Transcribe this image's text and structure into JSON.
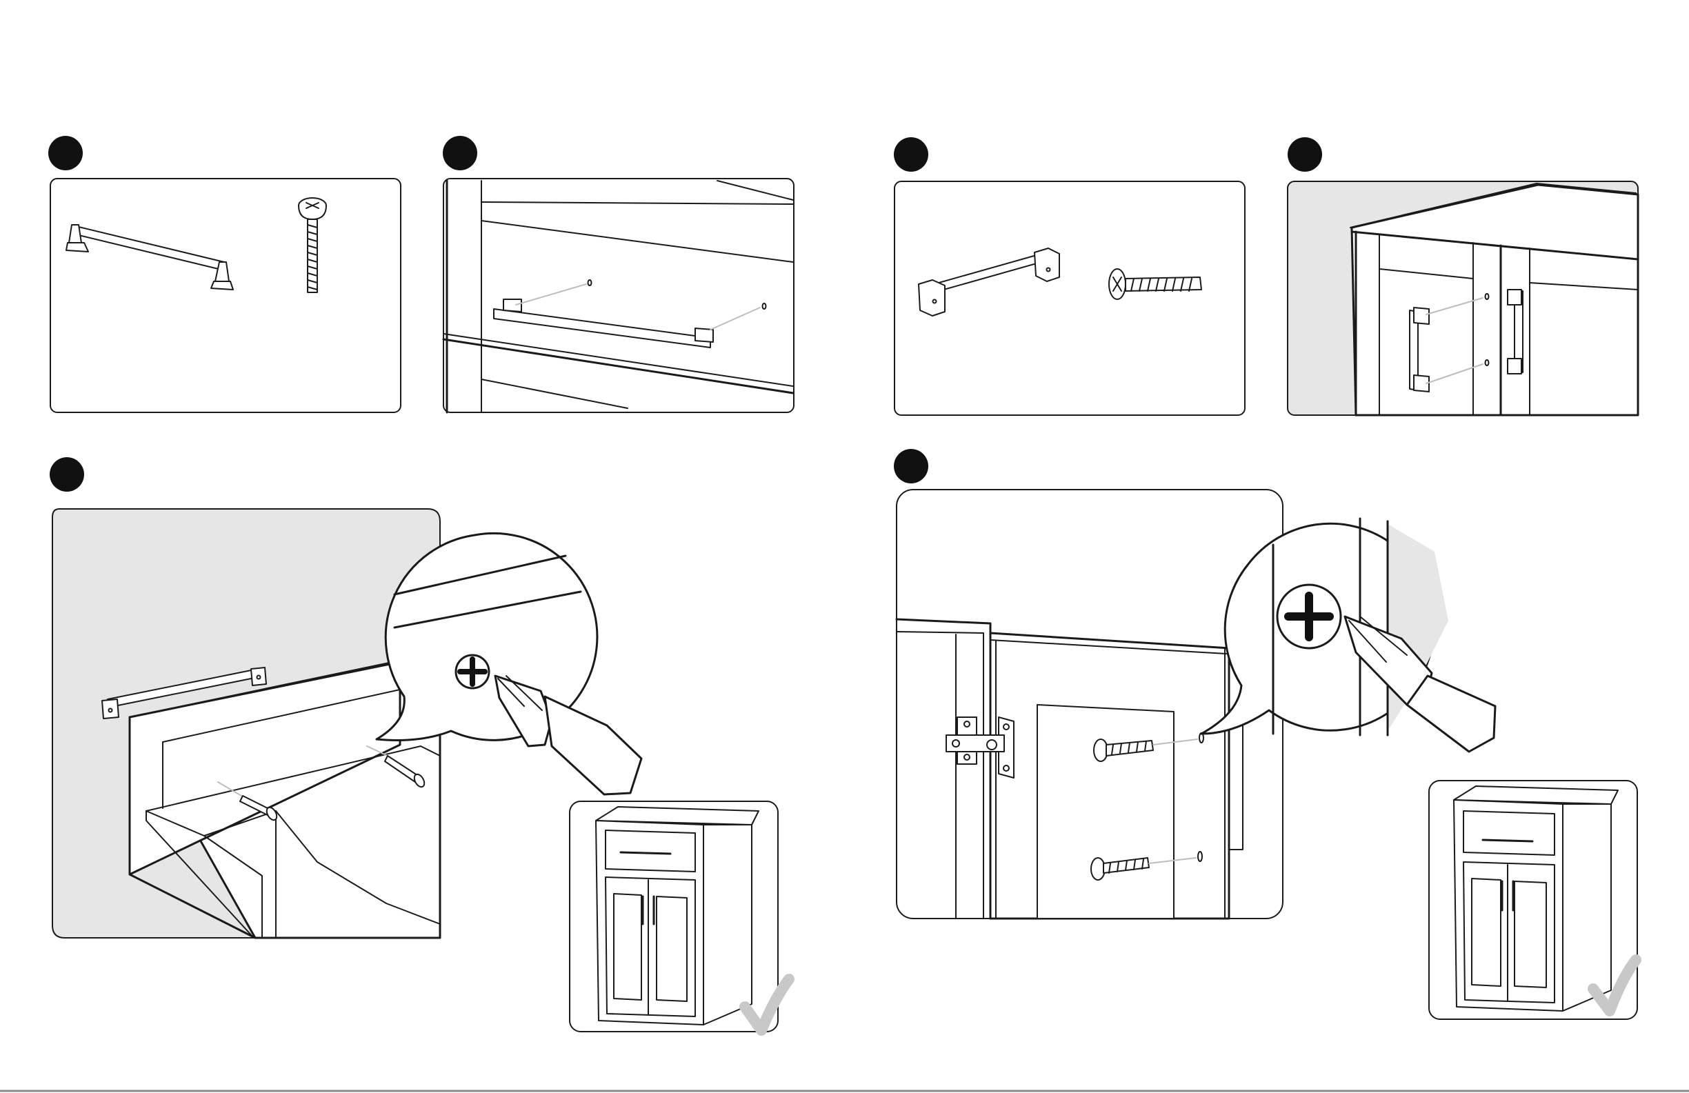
{
  "document": {
    "type": "assembly-instructions",
    "steps": [
      {
        "id": "step-1",
        "content": "handle-and-screw-parts"
      },
      {
        "id": "step-2",
        "content": "handle-alignment-on-drawer-front"
      },
      {
        "id": "step-3",
        "content": "door-handle-and-screw-parts"
      },
      {
        "id": "step-4",
        "content": "door-handles-on-cabinet-doors"
      },
      {
        "id": "step-5",
        "content": "screw-drawer-handle-from-inside-with-phillips-screwdriver"
      },
      {
        "id": "step-6",
        "content": "screw-door-handles-from-inside-with-phillips-screwdriver"
      }
    ],
    "icons": [
      "phillips-screwdriver-icon",
      "checkmark-icon",
      "cabinet-icon"
    ],
    "colors": {
      "ink": "#1a1a1a",
      "panel_fill": "#e6e6e6",
      "guide_line": "#bdbdbd",
      "check": "#c8c8c8"
    }
  }
}
